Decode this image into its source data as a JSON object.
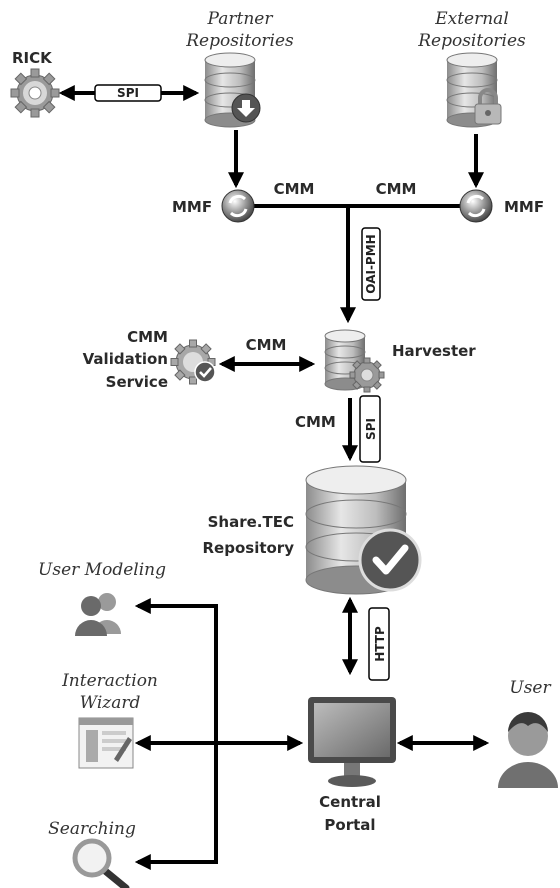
{
  "nodes": {
    "partner_repositories": [
      "Partner",
      "Repositories"
    ],
    "external_repositories": [
      "External",
      "Repositories"
    ],
    "rick": "RICK",
    "mmf_left": "MMF",
    "mmf_right": "MMF",
    "cmm_validation": [
      "CMM",
      "Validation",
      "Service"
    ],
    "harvester": "Harvester",
    "share_tec": [
      "Share.TEC",
      "Repository"
    ],
    "user_modeling": "User Modeling",
    "interaction_wizard": [
      "Interaction",
      "Wizard"
    ],
    "searching": "Searching",
    "central_portal": [
      "Central",
      "Portal"
    ],
    "user": "User"
  },
  "edges": {
    "spi_rick": "SPI",
    "cmm_left": "CMM",
    "cmm_right": "CMM",
    "oai_pmh": "OAI-PMH",
    "cmm_validation": "CMM",
    "cmm_harvester": "CMM",
    "spi_harvester": "SPI",
    "http": "HTTP"
  },
  "colors": {
    "arrow": "#000000",
    "icon_dark": "#5a5a5a",
    "icon_light": "#d8d8d8",
    "check_accent": "#555555"
  }
}
